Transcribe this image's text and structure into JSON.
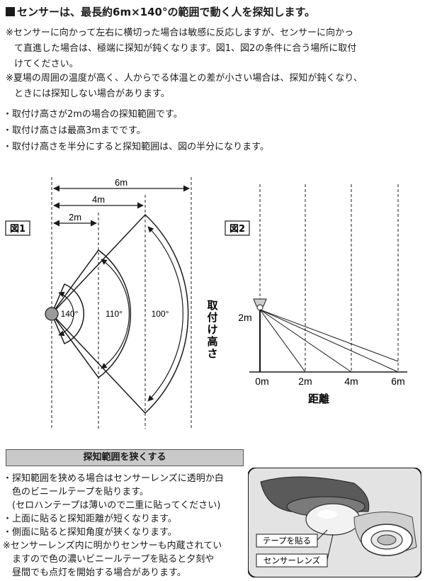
{
  "header": {
    "title": "センサーは、最長約6m×140°の範囲で動く人を探知します。"
  },
  "notes": {
    "n1_line1": "※センサーに向かって左右に横切った場合は敏感に反応しますが、センサーに向かっ",
    "n1_line2": "て直進した場合は、極端に探知が鈍くなります。図1、図2の条件に合う場所に取付",
    "n1_line3": "けてください。",
    "n2_line1": "※夏場の周囲の温度が高く、人からでる体温との差が小さい場合は、探知が鈍くなり、",
    "n2_line2": "ときには探知しない場合があります。"
  },
  "bullets": [
    "・取付け高さが2mの場合の探知範囲です。",
    "・取付け高さは最高3mまでです。",
    "・取付け高さを半分にすると探知範囲は、図の半分になります。"
  ],
  "figure1": {
    "label": "図1",
    "dim_6m": "6m",
    "dim_4m": "4m",
    "dim_2m": "2m",
    "angle_140": "140°",
    "angle_110": "110°",
    "angle_100": "100°"
  },
  "figure2": {
    "label": "図2",
    "height_label": "2m",
    "vertical_axis_label": "取付け高さ",
    "ticks": [
      "0m",
      "2m",
      "4m",
      "6m"
    ],
    "axis_label": "距離"
  },
  "section": {
    "title": "探知範囲を狭くする",
    "lines": [
      "・探知範囲を狭める場合はセンサーレンズに透明か白",
      "　色のビニールテープを貼ります。",
      "　(セロハンテープは薄いので二重に貼ってください)",
      "・上面に貼ると探知距離が短くなります。",
      "・側面に貼ると探知角度が狭くなります。",
      "※センサーレンズ内に明かりセンサーも内蔵されてい",
      "　ますので色の濃いビニールテープを貼ると夕刻や",
      "　昼間でも点灯を開始する場合があります。"
    ]
  },
  "photo": {
    "callout_tape": "テープを貼る",
    "callout_lens": "センサーレンズ"
  }
}
